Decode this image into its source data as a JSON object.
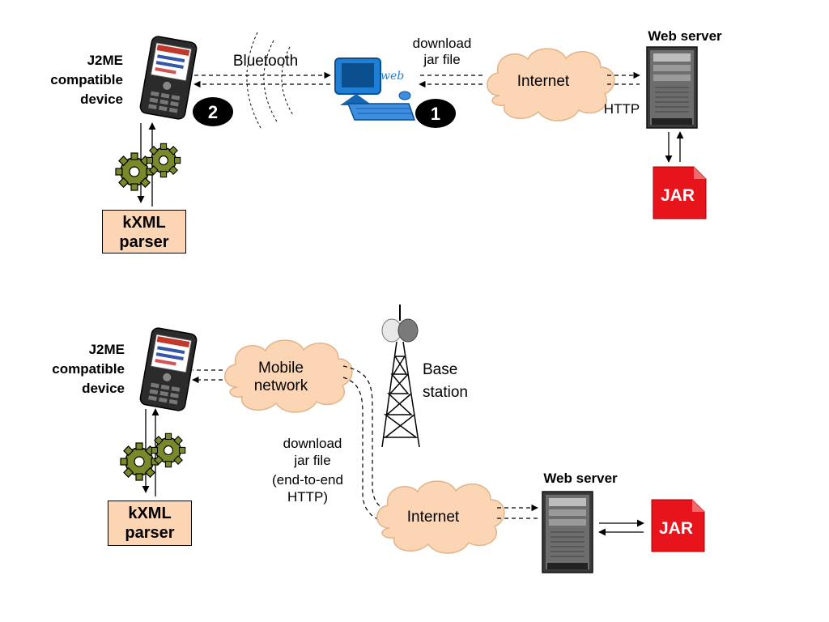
{
  "top": {
    "device_label": [
      "J2ME",
      "compatible",
      "device"
    ],
    "bluetooth_label": "Bluetooth",
    "download_label": [
      "download",
      "jar file"
    ],
    "internet_label": "Internet",
    "http_label": "HTTP",
    "web_server_label": "Web server",
    "jar_label": "JAR",
    "parser_label": [
      "kXML",
      "parser"
    ],
    "step_badges": [
      "2",
      "1"
    ]
  },
  "bottom": {
    "device_label": [
      "J2ME",
      "compatible",
      "device"
    ],
    "mobile_network_label": [
      "Mobile",
      "network"
    ],
    "base_station_label": [
      "Base",
      "station"
    ],
    "download_label": [
      "download",
      "jar file",
      "(end-to-end",
      "HTTP)"
    ],
    "internet_label": "Internet",
    "web_server_label": "Web server",
    "jar_label": "JAR",
    "parser_label": [
      "kXML",
      "parser"
    ]
  },
  "colors": {
    "cloud": "#fcd5b4",
    "parser_box": "#fcd5b4",
    "jar": "#e8141b",
    "gear": "#7a8a2a",
    "badge": "#000000"
  }
}
